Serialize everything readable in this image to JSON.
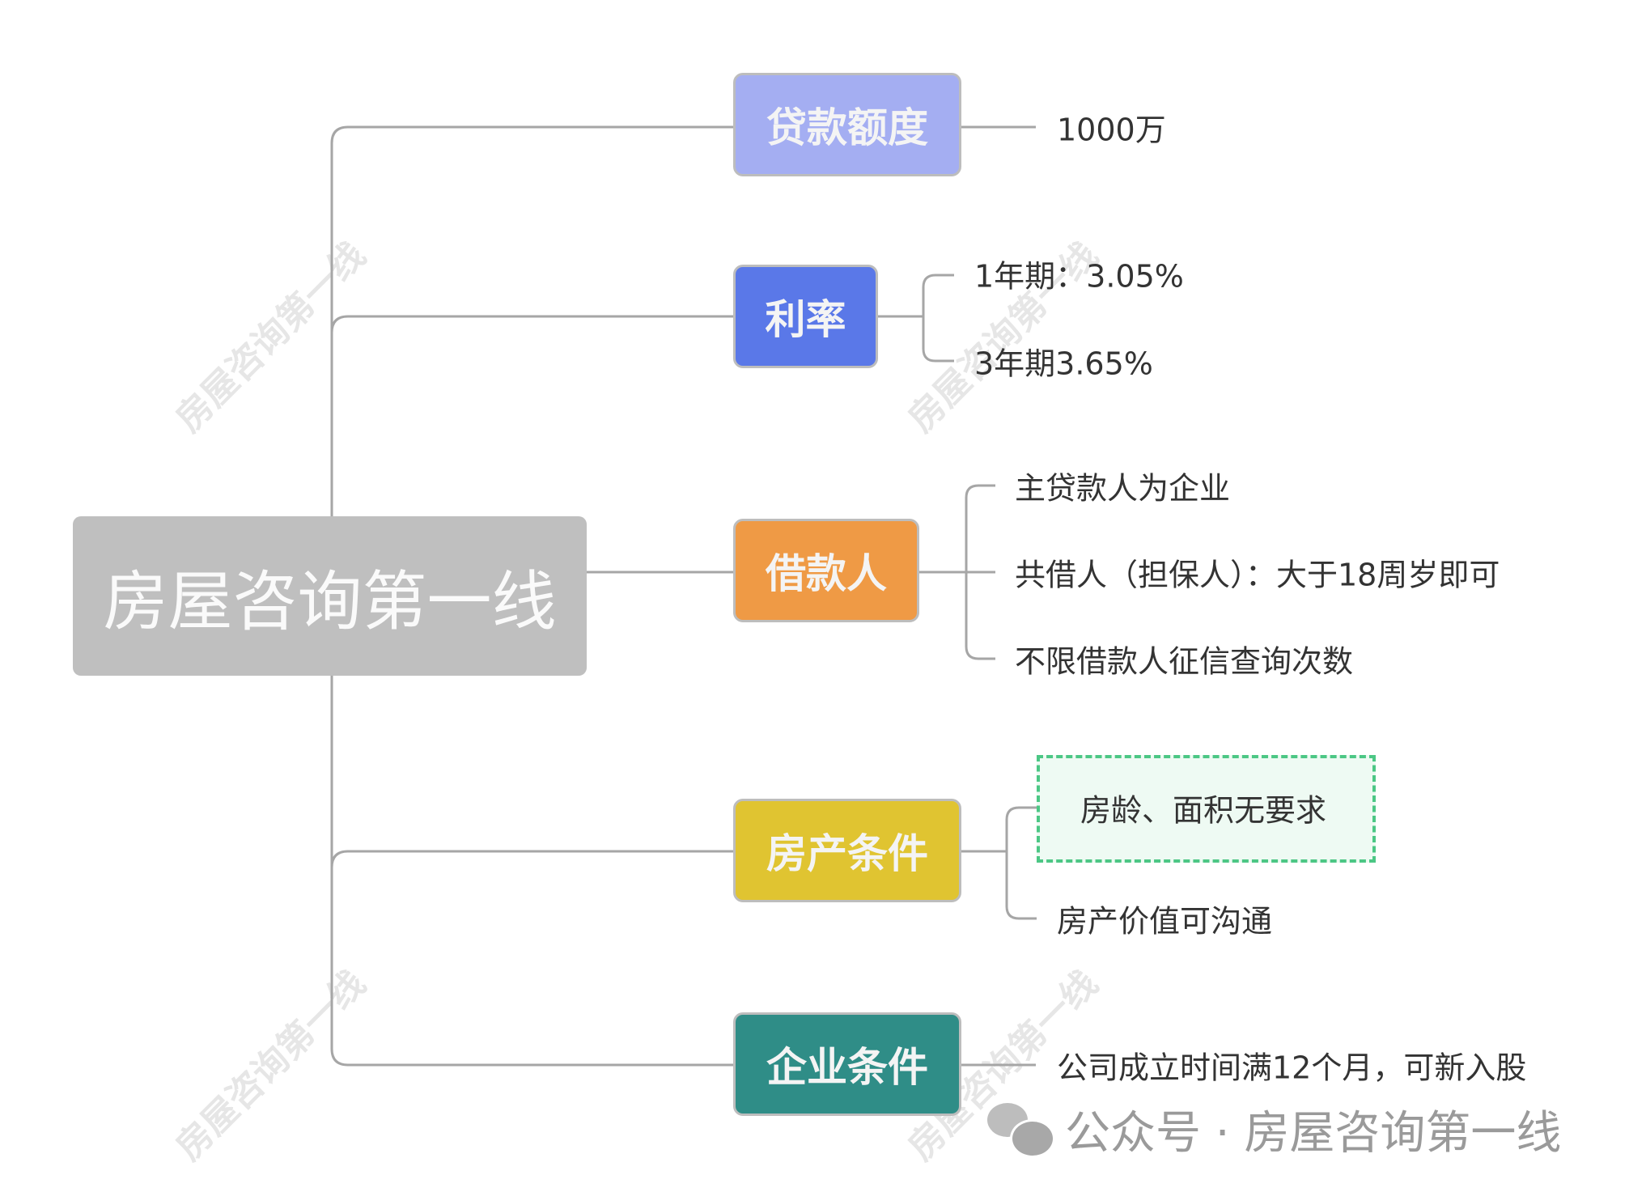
{
  "watermark": "房屋咨询第一线",
  "root": {
    "label": "房屋咨询第一线",
    "color": "#bfbfbf"
  },
  "branches": [
    {
      "label": "贷款额度",
      "color": "#a4aef2",
      "leaves": [
        "1000万"
      ]
    },
    {
      "label": "利率",
      "color": "#5a78e8",
      "leaves": [
        "1年期：3.05%",
        "3年期3.65%"
      ]
    },
    {
      "label": "借款人",
      "color": "#ef9a45",
      "leaves": [
        "主贷款人为企业",
        "共借人（担保人）：大于18周岁即可",
        "不限借款人征信查询次数"
      ]
    },
    {
      "label": "房产条件",
      "color": "#e0c431",
      "leaves": [
        "房龄、面积无要求",
        "房产价值可沟通"
      ]
    },
    {
      "label": "企业条件",
      "color": "#2f8d87",
      "leaves": [
        "公司成立时间满12个月，可新入股"
      ]
    }
  ],
  "footer": {
    "text": "公众号 · 房屋咨询第一线",
    "icon": "wechat-icon"
  }
}
